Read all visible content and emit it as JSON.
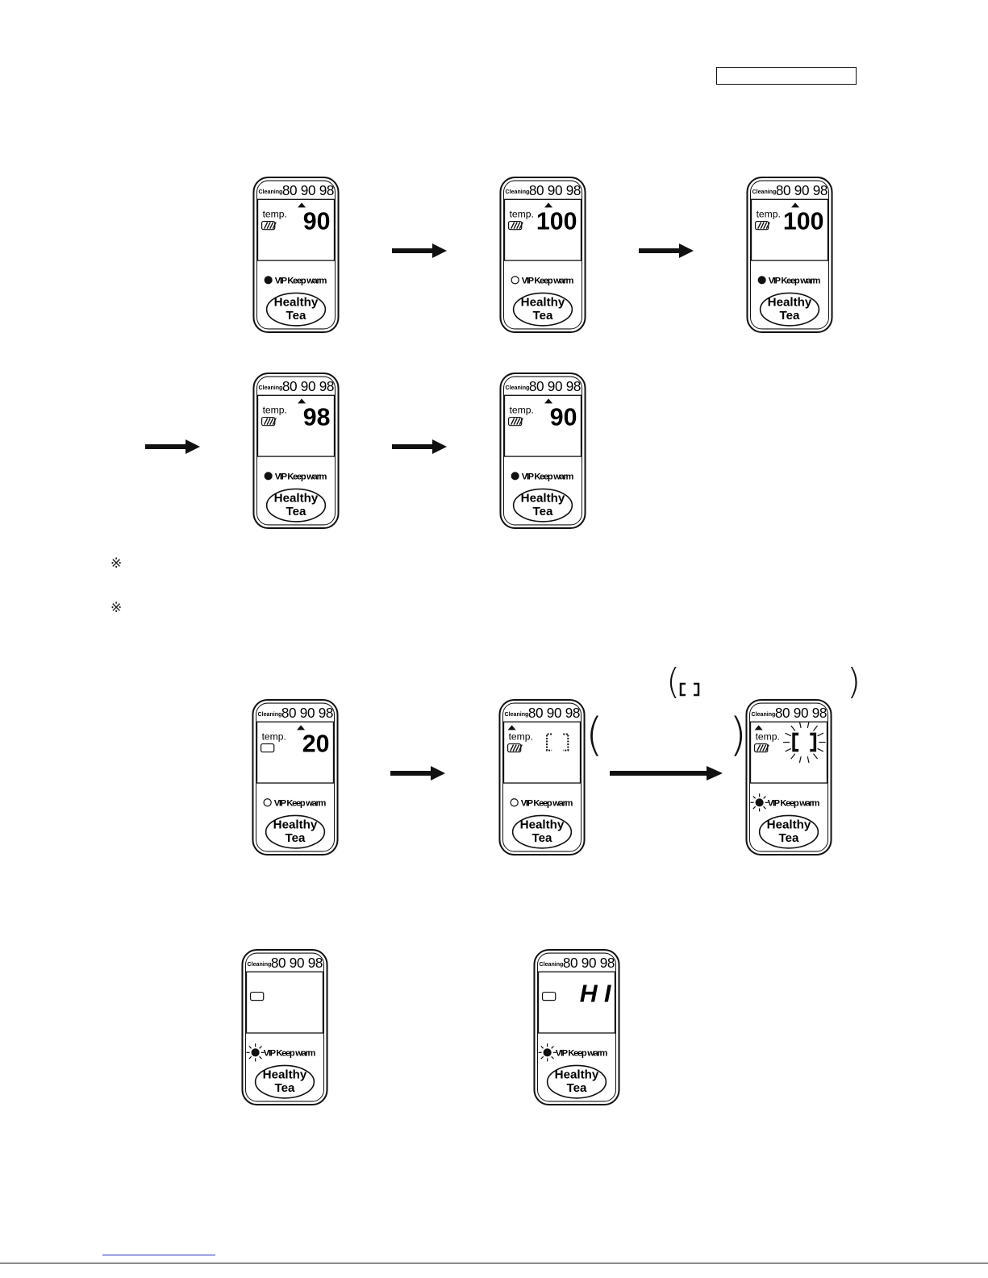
{
  "header": {
    "box_text": ""
  },
  "panel_labels": {
    "scale": [
      "Cleaning",
      "80",
      "90",
      "98"
    ],
    "temp_label": "temp.",
    "status_label": "VIP Keep warm",
    "button_line1": "Healthy",
    "button_line2": "Tea"
  },
  "panels": [
    {
      "id": "p1",
      "reading": "90",
      "pointer": "90",
      "status": "filled",
      "heater_icon": "striped"
    },
    {
      "id": "p2",
      "reading": "100",
      "pointer": "90",
      "status": "empty",
      "heater_icon": "striped"
    },
    {
      "id": "p3",
      "reading": "100",
      "pointer": "90",
      "status": "filled",
      "heater_icon": "striped"
    },
    {
      "id": "p4",
      "reading": "98",
      "pointer": "90",
      "status": "filled",
      "heater_icon": "striped"
    },
    {
      "id": "p5",
      "reading": "90",
      "pointer": "90",
      "status": "filled",
      "heater_icon": "striped"
    },
    {
      "id": "p6",
      "reading": "20",
      "pointer": "90",
      "status": "empty",
      "heater_icon": "empty"
    },
    {
      "id": "p7",
      "reading": "",
      "pointer": "left",
      "status": "empty",
      "heater_icon": "striped",
      "rotating_icon": true
    },
    {
      "id": "p8",
      "reading": "",
      "pointer": "left",
      "status": "blinking",
      "heater_icon": "striped",
      "rotating_icon": true,
      "blinking_display": true
    },
    {
      "id": "p9",
      "reading": "",
      "pointer": "none",
      "status": "blinking",
      "heater_icon": "empty",
      "show_temp_label": false
    },
    {
      "id": "p10",
      "reading": "H I",
      "pointer": "none",
      "status": "blinking",
      "heater_icon": "empty",
      "show_temp_label": false
    }
  ],
  "notes": [
    {
      "mark": "※",
      "text": ""
    },
    {
      "mark": "※",
      "text": ""
    }
  ],
  "brackets": {
    "left": "(",
    "right": ")"
  }
}
